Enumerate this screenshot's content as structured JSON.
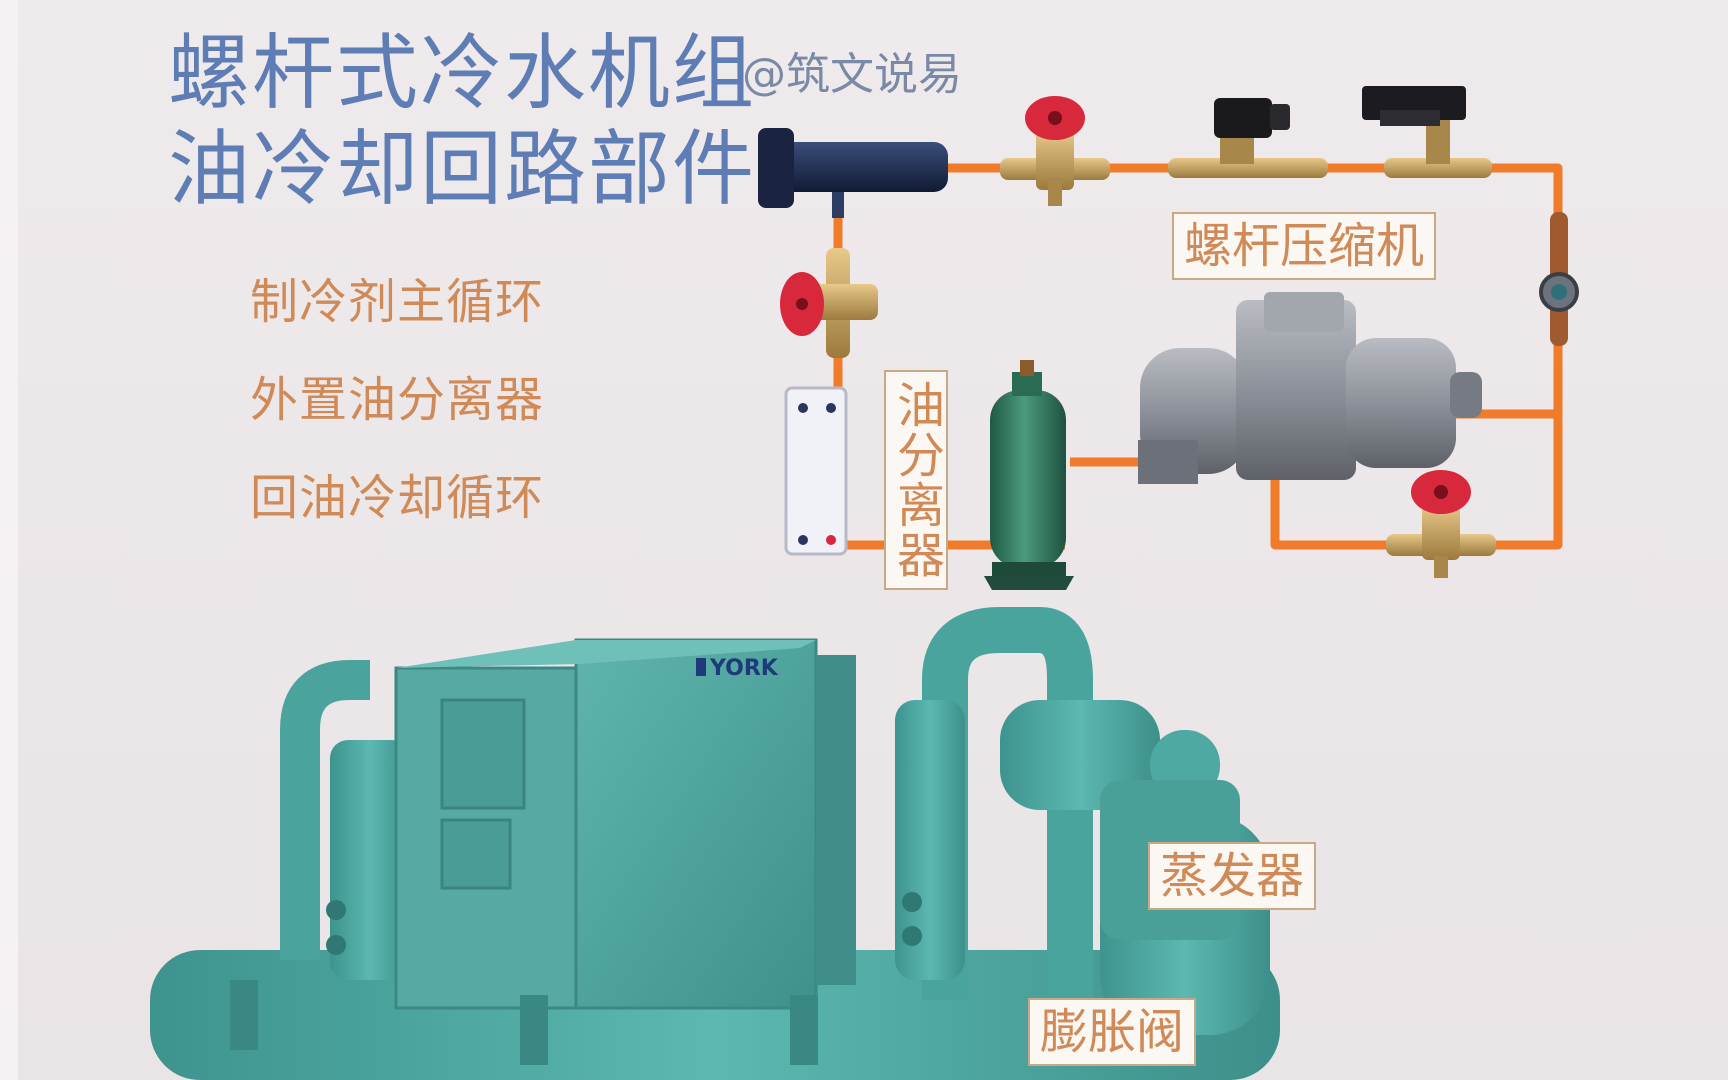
{
  "title": {
    "line1": "螺杆式冷水机组",
    "line2": "油冷却回路部件"
  },
  "watermark": "@筑文说易",
  "legend": [
    {
      "label": "制冷剂主循环"
    },
    {
      "label": "外置油分离器"
    },
    {
      "label": "回油冷却循环"
    }
  ],
  "labels": {
    "compressor": "螺杆压缩机",
    "oil_separator": "油分离器",
    "evaporator": "蒸发器",
    "expansion_valve": "膨胀阀"
  },
  "brand": {
    "logo_text": "YORK"
  },
  "colors": {
    "title": "#5e7db4",
    "legend": "#d08a57",
    "pipe": "#f07b2a",
    "machine": "#4fa9a3",
    "valve_handle": "#d8283c"
  }
}
